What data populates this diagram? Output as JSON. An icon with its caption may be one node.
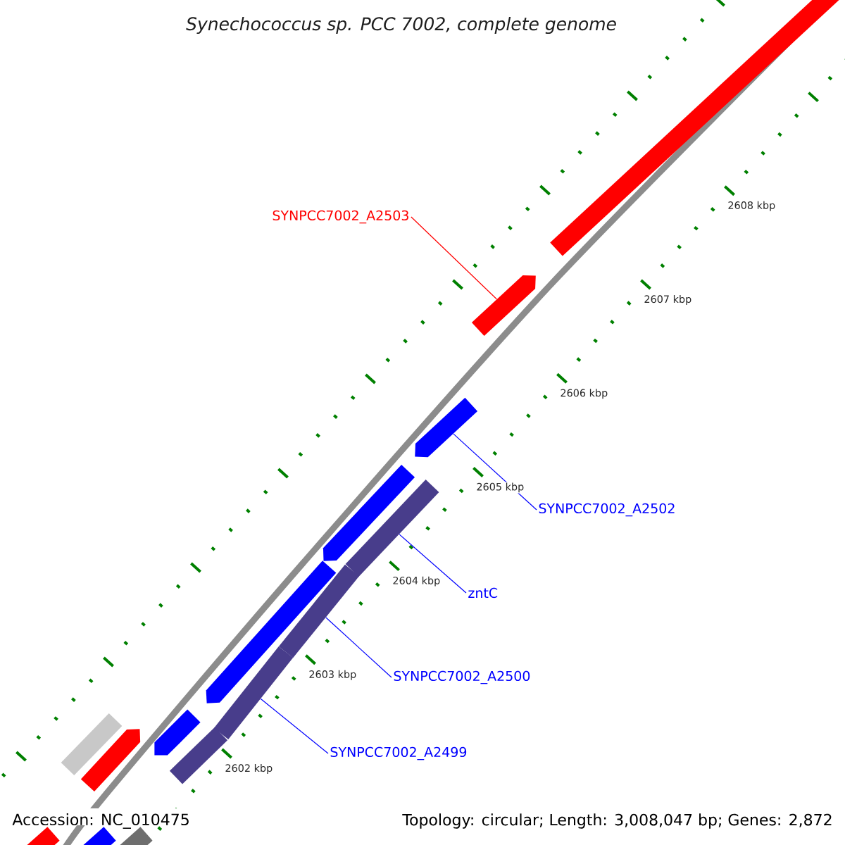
{
  "diagram": {
    "title": "Synechococcus sp. PCC 7002, complete genome",
    "nodes": [
      {
        "text": [
          "SYNPCC7002_A2503"
        ]
      },
      {
        "text": [
          "SYNPCC7002_A2502"
        ]
      },
      {
        "text": [
          "zntC"
        ]
      },
      {
        "text": [
          "SYNPCC7002_A2500"
        ]
      },
      {
        "text": [
          "SYNPCC7002_A2499"
        ]
      },
      {
        "text": [],
        "shape": "bar"
      },
      {
        "text": [],
        "shape": "arrow"
      },
      {
        "text": [],
        "shape": "arrow"
      },
      {
        "text": [],
        "shape": "arrow"
      },
      {
        "text": [],
        "shape": "bar"
      },
      {
        "text": [],
        "shape": "arrow"
      },
      {
        "text": [],
        "shape": "bar"
      },
      {
        "text": [],
        "shape": "bar"
      },
      {
        "text": [],
        "shape": "arrow"
      },
      {
        "text": [],
        "shape": "bar"
      },
      {
        "text": [],
        "shape": "bar"
      },
      {
        "text": [],
        "shape": "arrow"
      },
      {
        "text": [],
        "shape": "bar"
      },
      {
        "text": [],
        "shape": "bar"
      },
      {
        "text": [],
        "shape": "bar"
      }
    ],
    "edges": [
      {
        "from": 0,
        "to": 6,
        "arrow": "none",
        "color": "#ff0000"
      },
      {
        "from": 1,
        "to": 7,
        "arrow": "none"
      },
      {
        "from": 2,
        "to": 9,
        "arrow": "none"
      },
      {
        "from": 3,
        "to": 11,
        "arrow": "none"
      },
      {
        "from": 4,
        "to": 12,
        "arrow": "none"
      }
    ],
    "labels": [
      "2608 kbp",
      "2607 kbp",
      "2606 kbp",
      "2605 kbp",
      "2604 kbp",
      "2603 kbp",
      "2602 kbp",
      "Accession: NC_010475",
      "Topology: circular; Length: 3,008,047 bp; Genes: 2,872"
    ]
  }
}
